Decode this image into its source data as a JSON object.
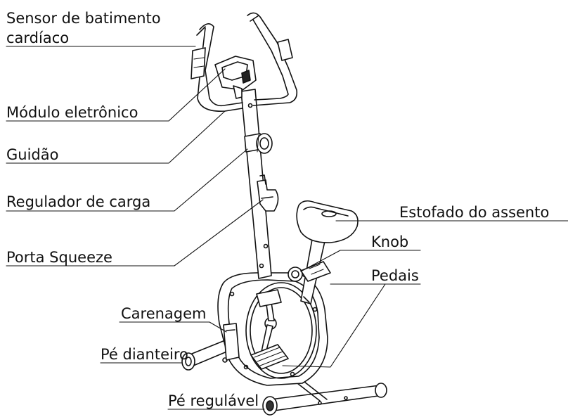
{
  "labels": {
    "sensor_line1": "Sensor de batimento",
    "sensor_line2": "cardíaco",
    "modulo": "Módulo eletrônico",
    "guidao": "Guidão",
    "regulador": "Regulador de carga",
    "porta": "Porta Squeeze",
    "estofado": "Estofado do assento",
    "knob": "Knob",
    "pedais": "Pedais",
    "carenagem": "Carenagem",
    "pe_dianteiro": "Pé dianteiro",
    "pe_regulavel": "Pé regulável"
  },
  "colors": {
    "line": "#111111",
    "background": "#ffffff"
  }
}
